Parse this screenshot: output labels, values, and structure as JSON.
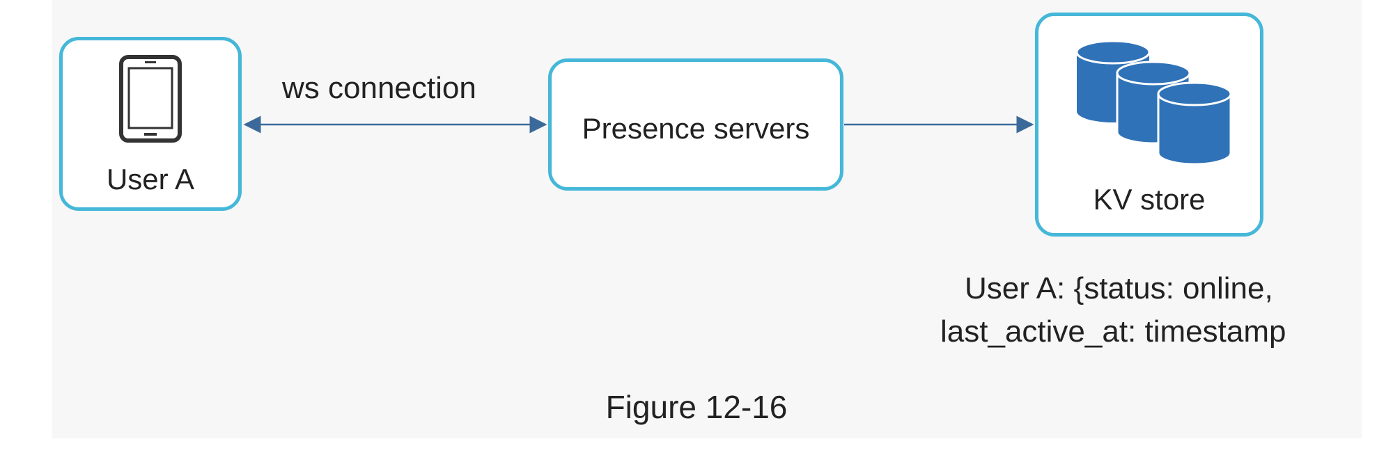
{
  "diagram": {
    "nodes": {
      "user": {
        "label": "User A",
        "icon": "smartphone-icon"
      },
      "presence": {
        "label": "Presence servers"
      },
      "kv": {
        "label": "KV store",
        "icon": "database-cluster-icon"
      }
    },
    "edges": [
      {
        "from": "user",
        "to": "presence",
        "label": "ws connection",
        "direction": "both"
      },
      {
        "from": "presence",
        "to": "kv",
        "label": "",
        "direction": "forward"
      }
    ],
    "kv_note": {
      "line1": "User A: {status: online,",
      "line2": "last_active_at: timestamp"
    },
    "caption": "Figure 12-16"
  },
  "colors": {
    "node_border": "#45b7d8",
    "arrow": "#3b6a9a",
    "database": "#2f72b7",
    "phone": "#333333"
  }
}
